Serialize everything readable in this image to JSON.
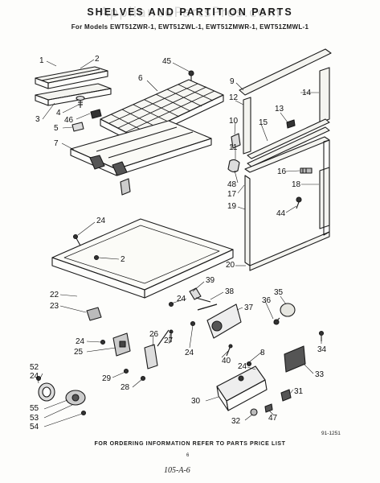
{
  "header": {
    "watermark": "AppliancePartsPros.com",
    "title": "SHELVES AND PARTITION PARTS",
    "models": "For Models EWT51ZWR-1, EWT51ZWL-1, EWT51ZMWR-1, EWT51ZMWL-1"
  },
  "footer": {
    "ordering_note": "FOR ORDERING INFORMATION REFER TO PARTS PRICE LIST",
    "page_number": "6",
    "diagram_code": "91-1251",
    "handwritten_note": "105-A-6"
  },
  "callouts": [
    {
      "id": "c1",
      "label": "1"
    },
    {
      "id": "c2a",
      "label": "2"
    },
    {
      "id": "c3",
      "label": "3"
    },
    {
      "id": "c4",
      "label": "4"
    },
    {
      "id": "c46",
      "label": "46"
    },
    {
      "id": "c5",
      "label": "5"
    },
    {
      "id": "c7",
      "label": "7"
    },
    {
      "id": "c6",
      "label": "6"
    },
    {
      "id": "c45",
      "label": "45"
    },
    {
      "id": "c9",
      "label": "9"
    },
    {
      "id": "c14",
      "label": "14"
    },
    {
      "id": "c12",
      "label": "12"
    },
    {
      "id": "c13",
      "label": "13"
    },
    {
      "id": "c10",
      "label": "10"
    },
    {
      "id": "c15",
      "label": "15"
    },
    {
      "id": "c11",
      "label": "11"
    },
    {
      "id": "c16",
      "label": "16"
    },
    {
      "id": "c48",
      "label": "48"
    },
    {
      "id": "c18",
      "label": "18"
    },
    {
      "id": "c17",
      "label": "17"
    },
    {
      "id": "c19",
      "label": "19"
    },
    {
      "id": "c44",
      "label": "44"
    },
    {
      "id": "c24a",
      "label": "24"
    },
    {
      "id": "c2b",
      "label": "2"
    },
    {
      "id": "c20",
      "label": "20"
    },
    {
      "id": "c22",
      "label": "22"
    },
    {
      "id": "c23",
      "label": "23"
    },
    {
      "id": "c39",
      "label": "39"
    },
    {
      "id": "c24b",
      "label": "24"
    },
    {
      "id": "c38",
      "label": "38"
    },
    {
      "id": "c35",
      "label": "35"
    },
    {
      "id": "c37",
      "label": "37"
    },
    {
      "id": "c36",
      "label": "36"
    },
    {
      "id": "c24c",
      "label": "24"
    },
    {
      "id": "c25",
      "label": "25"
    },
    {
      "id": "c26",
      "label": "26"
    },
    {
      "id": "c27",
      "label": "27"
    },
    {
      "id": "c24d",
      "label": "24"
    },
    {
      "id": "c40",
      "label": "40"
    },
    {
      "id": "c8",
      "label": "8"
    },
    {
      "id": "c34",
      "label": "34"
    },
    {
      "id": "c24e",
      "label": "24"
    },
    {
      "id": "c33",
      "label": "33"
    },
    {
      "id": "c29",
      "label": "29"
    },
    {
      "id": "c28",
      "label": "28"
    },
    {
      "id": "c52",
      "label": "52"
    },
    {
      "id": "c24f",
      "label": "24"
    },
    {
      "id": "c31",
      "label": "31"
    },
    {
      "id": "c30",
      "label": "30"
    },
    {
      "id": "c55",
      "label": "55"
    },
    {
      "id": "c53",
      "label": "53"
    },
    {
      "id": "c54",
      "label": "54"
    },
    {
      "id": "c32",
      "label": "32"
    },
    {
      "id": "c47",
      "label": "47"
    }
  ]
}
